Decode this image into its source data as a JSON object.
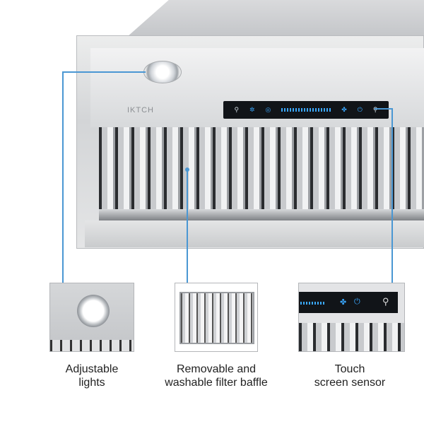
{
  "brand": "IKTCH",
  "accent_color": "#4a97d3",
  "features": [
    {
      "line1": "Adjustable",
      "line2": "lights"
    },
    {
      "line1": "Removable and",
      "line2": "washable filter baffle"
    },
    {
      "line1": "Touch",
      "line2": "screen sensor"
    }
  ]
}
